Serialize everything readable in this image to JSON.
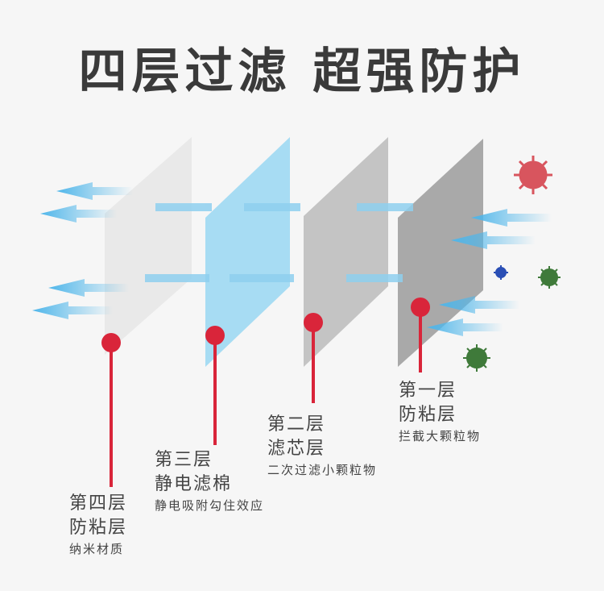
{
  "title": "四层过滤 超强防护",
  "layers": [
    {
      "name": "第一层",
      "type": "防粘层",
      "desc": "拦截大颗粒物"
    },
    {
      "name": "第二层",
      "type": "滤芯层",
      "desc": "二次过滤小颗粒物"
    },
    {
      "name": "第三层",
      "type": "静电滤棉",
      "desc": "静电吸附勾住效应"
    },
    {
      "name": "第四层",
      "type": "防粘层",
      "desc": "纳米材质"
    }
  ],
  "colors": {
    "accent": "#d9253a",
    "arrow": "#6cc6ef",
    "virus_red": "#d8555e",
    "virus_green": "#3f7a3a",
    "virus_blue": "#2a4fb5"
  }
}
